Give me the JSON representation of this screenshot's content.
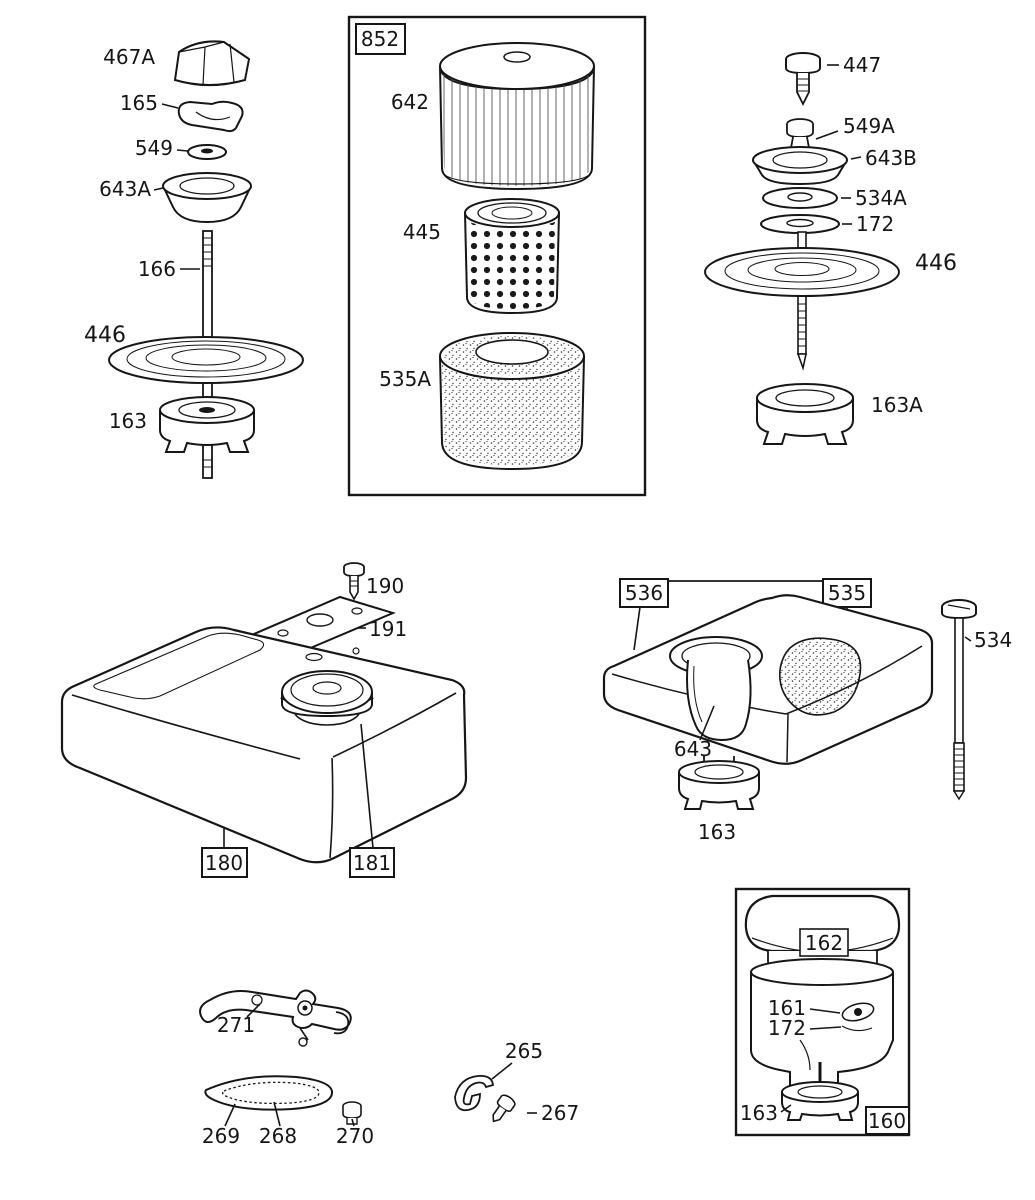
{
  "colors": {
    "ink": "#161616",
    "paper": "#ffffff"
  },
  "diagram": {
    "air_cleaner_a": {
      "knob": "467A",
      "bracket": "165",
      "washer": "549",
      "cup": "643A",
      "stud": "166",
      "plate": "446",
      "clamp": "163"
    },
    "air_cleaner_box": {
      "frame": "852",
      "cover": "642",
      "cartridge": "445",
      "element": "535A"
    },
    "air_cleaner_b": {
      "screw": "447",
      "cap": "549A",
      "cup": "643B",
      "washer_upper": "534A",
      "washer_lower": "172",
      "plate": "446",
      "clamp": "163A"
    },
    "fuel_tank_a": {
      "screw": "190",
      "bracket": "191",
      "tank": "180",
      "cap": "181"
    },
    "fuel_tank_b": {
      "frame_left": "536",
      "frame_right": "535",
      "cup": "643",
      "clamp": "163",
      "dipstick": "534"
    },
    "controls": {
      "lever": "271",
      "gasket_outer": "269",
      "gasket_inner": "268",
      "nut": "270",
      "clip": "265",
      "screw": "267"
    },
    "oil_filler": {
      "frame": "160",
      "cap": "162",
      "tube": "161",
      "washer": "172",
      "clamp": "163"
    }
  }
}
